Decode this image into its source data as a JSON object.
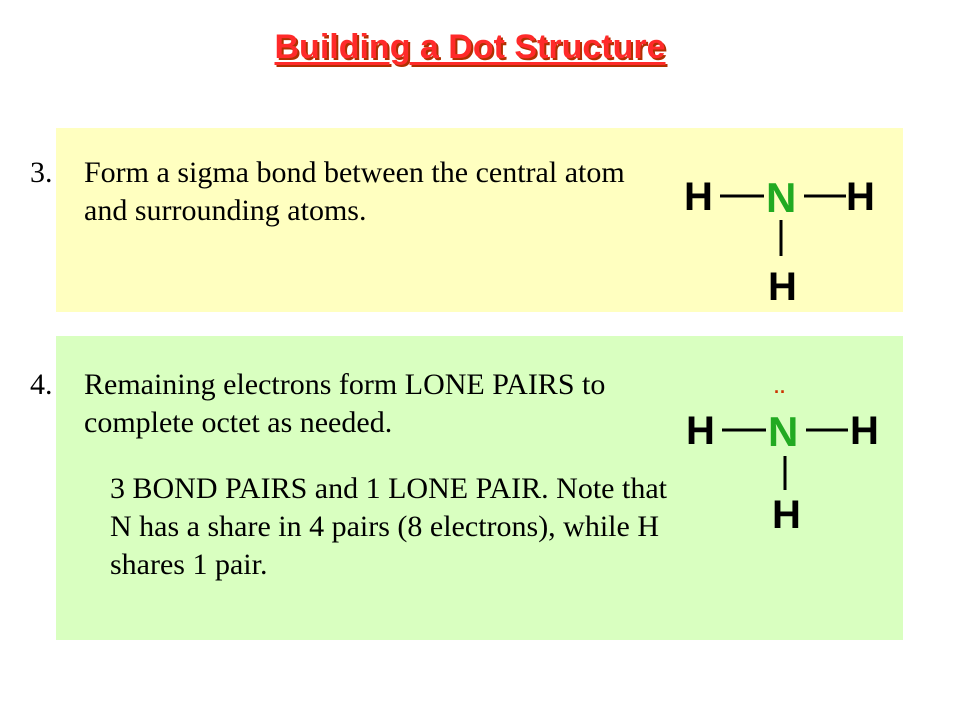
{
  "slide": {
    "title": "Building a Dot Structure",
    "step3": {
      "number": "3.",
      "text": "Form a sigma bond between the central atom and surrounding atoms."
    },
    "step4": {
      "number": "4.",
      "text": "Remaining electrons form LONE PAIRS to complete octet as needed.",
      "note": "3 BOND PAIRS and 1 LONE PAIR. Note that N has a share in 4 pairs (8 electrons), while H shares 1 pair."
    }
  },
  "molecule1": {
    "left_atom": "H",
    "center_atom": "N",
    "right_atom": "H",
    "bottom_atom": "H"
  },
  "molecule2": {
    "left_atom": "H",
    "center_atom": "N",
    "right_atom": "H",
    "bottom_atom": "H",
    "lone_pair": "··"
  },
  "colors": {
    "title": "#ff2a2a",
    "nitrogen": "#22aa22",
    "lone_pair": "#cc3300",
    "panel_yellow": "#ffffc0",
    "panel_green": "#d9ffc0"
  }
}
